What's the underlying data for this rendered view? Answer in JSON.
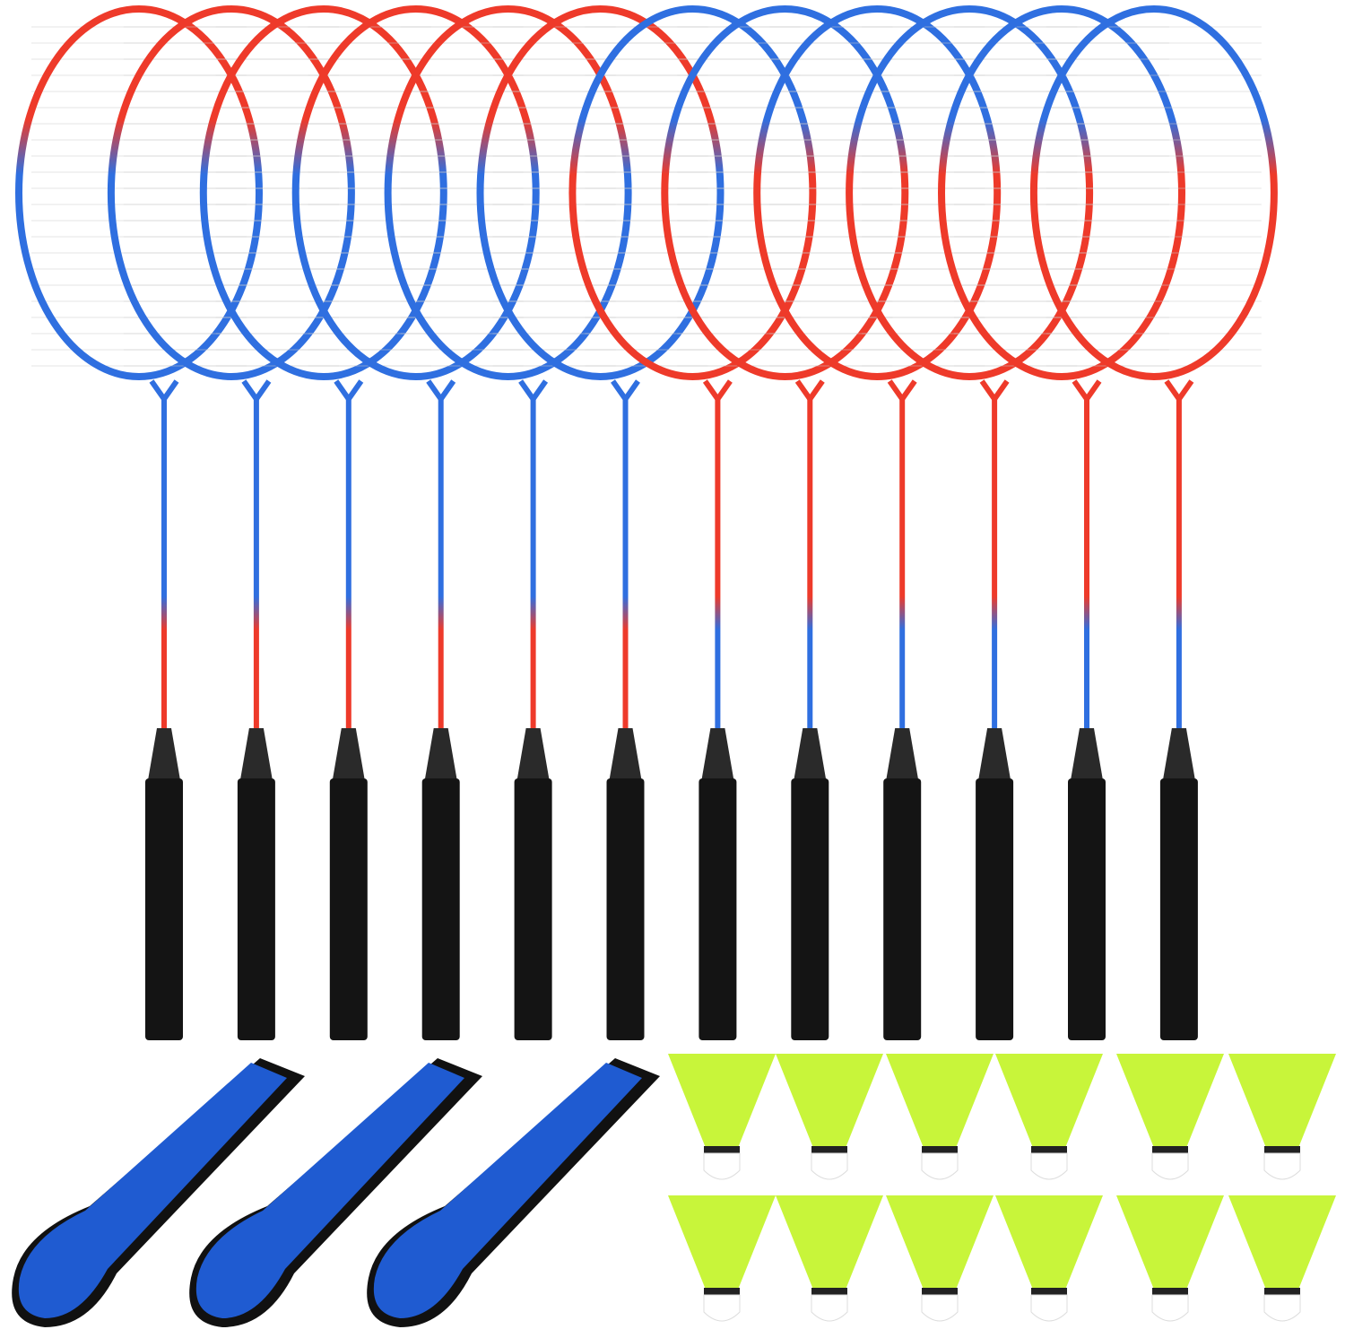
{
  "colors": {
    "red": "#ee3a2a",
    "blue": "#2f6fe0",
    "grip": "#141414",
    "cover": "#1f5bd1",
    "shuttle_skirt": "#c8f53a",
    "shuttle_base": "#ffffff",
    "string": "#f4f4f4"
  },
  "rackets": [
    {
      "scheme": "red-top"
    },
    {
      "scheme": "red-top"
    },
    {
      "scheme": "red-top"
    },
    {
      "scheme": "red-top"
    },
    {
      "scheme": "red-top"
    },
    {
      "scheme": "red-top"
    },
    {
      "scheme": "blue-top"
    },
    {
      "scheme": "blue-top"
    },
    {
      "scheme": "blue-top"
    },
    {
      "scheme": "blue-top"
    },
    {
      "scheme": "blue-top"
    },
    {
      "scheme": "blue-top"
    }
  ],
  "covers": [
    {},
    {},
    {}
  ],
  "shuttlecocks": [
    {},
    {},
    {},
    {},
    {},
    {},
    {},
    {},
    {},
    {},
    {},
    {}
  ]
}
